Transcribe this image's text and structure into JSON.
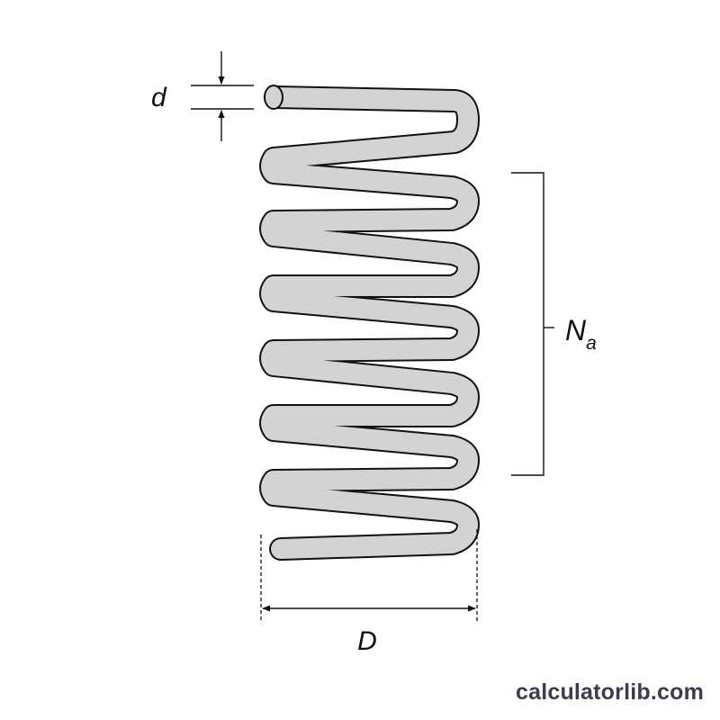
{
  "diagram": {
    "type": "helical-compression-spring",
    "wire_diameter_label": "d",
    "mean_diameter_label": "D",
    "active_coils_label": {
      "main": "N",
      "subscript": "a"
    },
    "colors": {
      "spring_fill": "#d3d3d3",
      "outline": "#111111",
      "background": "#ffffff"
    }
  },
  "footer": {
    "brand": "calculatorlib.com"
  }
}
